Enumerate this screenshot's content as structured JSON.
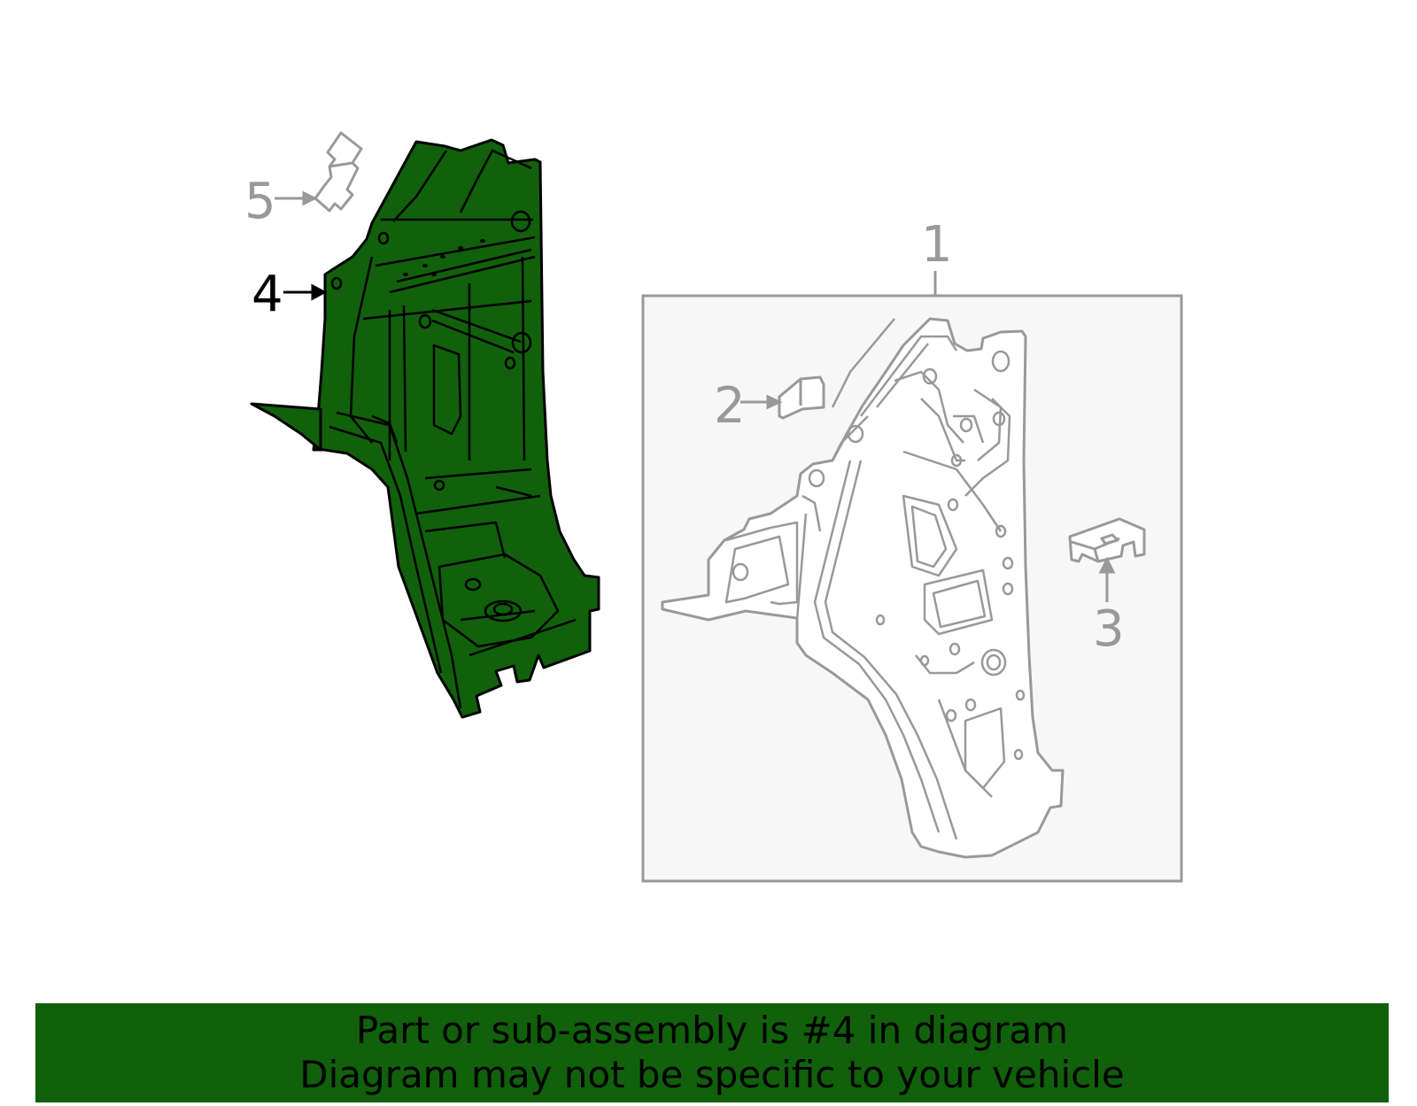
{
  "diagram": {
    "callouts": {
      "c1": "1",
      "c2": "2",
      "c3": "3",
      "c4": "4",
      "c5": "5"
    },
    "highlighted_part": "4",
    "colors": {
      "highlight_fill": "#11600b",
      "line_gray": "#999999",
      "line_black": "#000000",
      "box_fill": "#f7f7f7",
      "banner_bg": "#11600b"
    }
  },
  "footer": {
    "line1": "Part or sub-assembly is #4 in diagram",
    "line2": "Diagram may not be specific to your vehicle"
  }
}
